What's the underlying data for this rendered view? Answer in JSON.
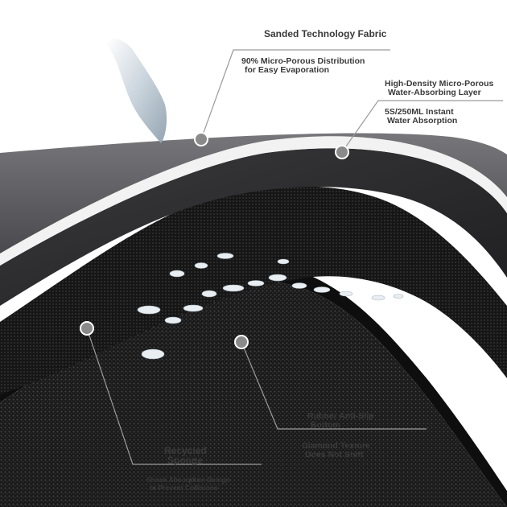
{
  "callouts": {
    "sanded_fabric": "Sanded Technology Fabric",
    "micro_porous_line1": "90% Micro-Porous Distribution",
    "micro_porous_line2": "for Easy Evaporation",
    "high_density_line1": "High-Density Micro-Porous",
    "high_density_line2": "Water-Absorbing Layer",
    "instant_line1": "5S/250ML Instant",
    "instant_line2": "Water Absorption",
    "rubber_line1": "Rubber Anti-Slip",
    "rubber_line2": "Bottom",
    "diamond_line1": "Diamond Texture",
    "diamond_line2": "Does Not Shift",
    "recycled_line1": "Recycled",
    "recycled_line2": "Sponge",
    "shock_line1": "Shock Absorption Design",
    "shock_line2": "to Prevent Collisions"
  },
  "colors": {
    "fabric_top": "#6a6a6e",
    "white_layer": "#f2f2f2",
    "dark_layer": "#2a2a2c",
    "sponge": "#1c1c1c",
    "callout_line": "#9a9a9a",
    "callout_dot": "#8a8a8a",
    "text": "#3a3a3a"
  }
}
